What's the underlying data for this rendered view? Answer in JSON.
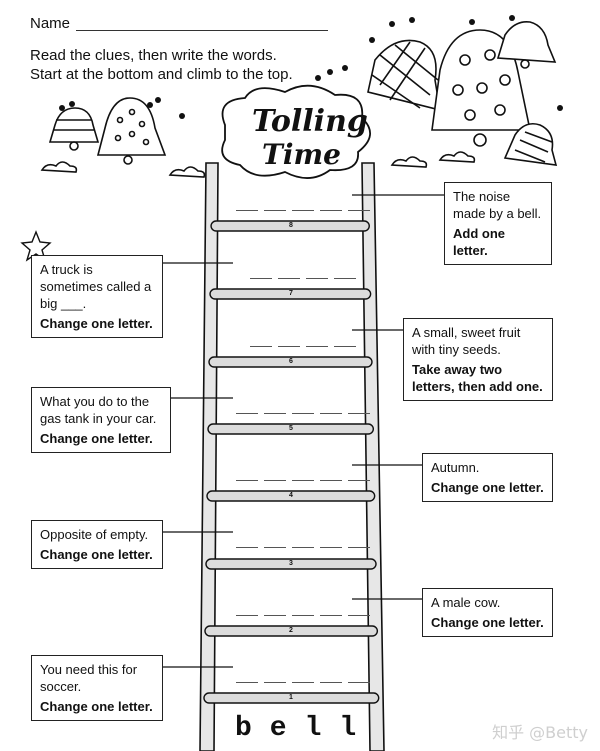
{
  "header": {
    "name_label": "Name",
    "instructions_line1": "Read the clues, then write the words.",
    "instructions_line2": "Start at the bottom and climb to the top."
  },
  "title": {
    "line1": "Tolling",
    "line2": "Time"
  },
  "start_word": "bell",
  "rungs": [
    "1",
    "2",
    "3",
    "4",
    "5",
    "6",
    "7",
    "8"
  ],
  "clues": {
    "c8": {
      "text": "The noise made by a bell.",
      "instruction": "Add one letter."
    },
    "c7": {
      "text": "A truck is sometimes called a big ___.",
      "instruction": "Change one letter."
    },
    "c6": {
      "text": "A small, sweet fruit with tiny seeds.",
      "instruction": "Take away two letters, then add one."
    },
    "c5": {
      "text": "What you do to the gas tank in your car.",
      "instruction": "Change one letter."
    },
    "c4": {
      "text": "Autumn.",
      "instruction": "Change one letter."
    },
    "c3": {
      "text": "Opposite of empty.",
      "instruction": "Change one letter."
    },
    "c2": {
      "text": "A male cow.",
      "instruction": "Change one letter."
    },
    "c1": {
      "text": "You need this for soccer.",
      "instruction": "Change one letter."
    }
  },
  "watermark": "知乎 @Betty"
}
